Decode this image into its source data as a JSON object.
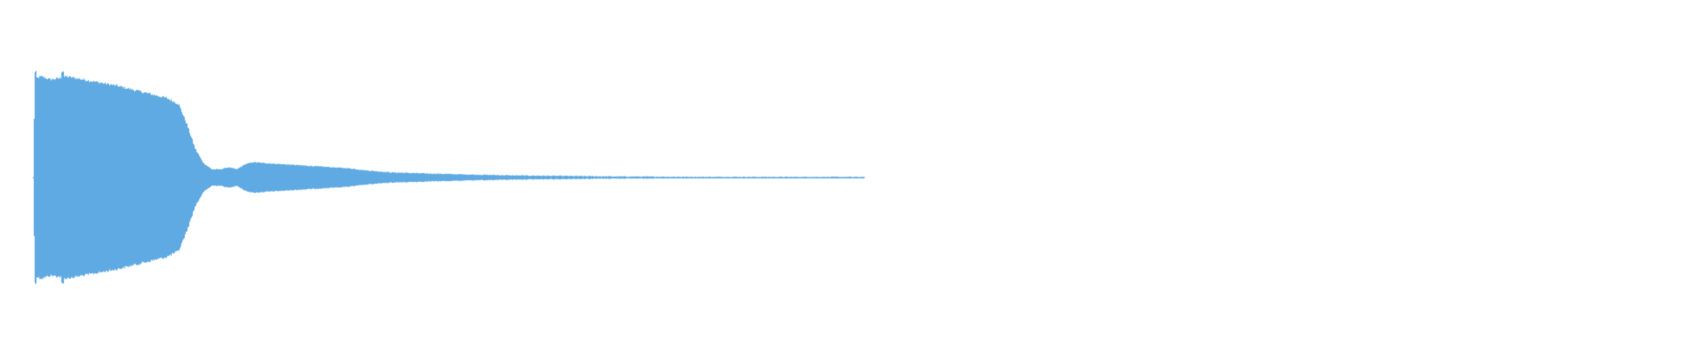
{
  "waveform": {
    "color": "#5faae2",
    "background": "#ffffff",
    "envelope": [
      [
        0.0,
        0.0
      ],
      [
        0.002,
        0.97
      ],
      [
        0.01,
        0.99
      ],
      [
        0.02,
        0.96
      ],
      [
        0.03,
        0.97
      ],
      [
        0.04,
        0.99
      ],
      [
        0.06,
        0.96
      ],
      [
        0.08,
        0.93
      ],
      [
        0.1,
        0.9
      ],
      [
        0.12,
        0.86
      ],
      [
        0.14,
        0.82
      ],
      [
        0.16,
        0.78
      ],
      [
        0.175,
        0.72
      ],
      [
        0.185,
        0.52
      ],
      [
        0.195,
        0.28
      ],
      [
        0.205,
        0.14
      ],
      [
        0.215,
        0.08
      ],
      [
        0.225,
        0.08
      ],
      [
        0.235,
        0.1
      ],
      [
        0.245,
        0.08
      ],
      [
        0.255,
        0.13
      ],
      [
        0.265,
        0.15
      ],
      [
        0.28,
        0.14
      ],
      [
        0.3,
        0.13
      ],
      [
        0.32,
        0.12
      ],
      [
        0.34,
        0.11
      ],
      [
        0.36,
        0.1
      ],
      [
        0.38,
        0.09
      ],
      [
        0.4,
        0.07
      ],
      [
        0.43,
        0.05
      ],
      [
        0.47,
        0.04
      ],
      [
        0.52,
        0.03
      ],
      [
        0.58,
        0.02
      ],
      [
        0.64,
        0.015
      ],
      [
        0.7,
        0.01
      ],
      [
        0.76,
        0.008
      ],
      [
        0.8,
        0.006
      ],
      [
        1.0,
        0.005
      ]
    ],
    "transients": [
      0.002,
      0.035
    ]
  }
}
